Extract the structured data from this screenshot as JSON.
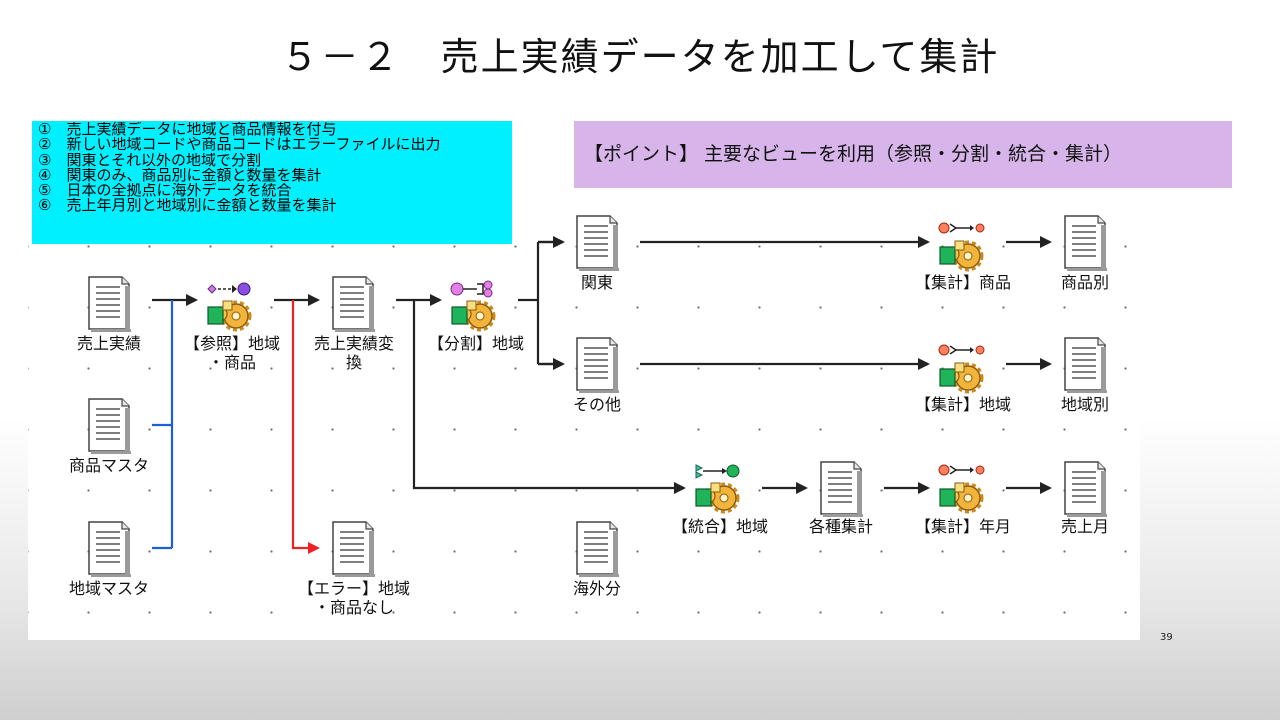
{
  "title": "５－２　売上実績データを加工して集計",
  "legend": [
    "①　売上実績データに地域と商品情報を付与",
    "②　新しい地域コードや商品コードはエラーファイルに出力",
    "③　関東とそれ以外の地域で分割",
    "④　関東のみ、商品別に金額と数量を集計",
    "⑤　日本の全拠点に海外データを統合",
    "⑥　売上年月別と地域別に金額と数量を集計"
  ],
  "point": "【ポイント】 主要なビューを利用（参照・分割・統合・集計）",
  "nodes": {
    "uriage_jisseki": "売上実績",
    "shohin_master": "商品マスタ",
    "chiiki_master": "地域マスタ",
    "sansho": "【参照】地域\n・商品",
    "uriage_henkan": "売上実績変\n換",
    "error": "【エラー】地域\n・商品なし",
    "bunkatsu": "【分割】地域",
    "kanto": "関東",
    "sonota": "その他",
    "kaigai": "海外分",
    "togo": "【統合】地域",
    "kakushu": "各種集計",
    "shukei_shohin": "【集計】商品",
    "shukei_chiiki": "【集計】地域",
    "shukei_nengetsu": "【集計】年月",
    "shohin_betsu": "商品別",
    "chiiki_betsu": "地域別",
    "uriage_tsuki": "売上月"
  },
  "colors": {
    "legend_bg": "#00f0ff",
    "point_bg": "#d7b4ea",
    "reference_line": "#1f5fd6",
    "error_line": "#ee2222",
    "flow_line": "#222222"
  },
  "page_number": "39"
}
